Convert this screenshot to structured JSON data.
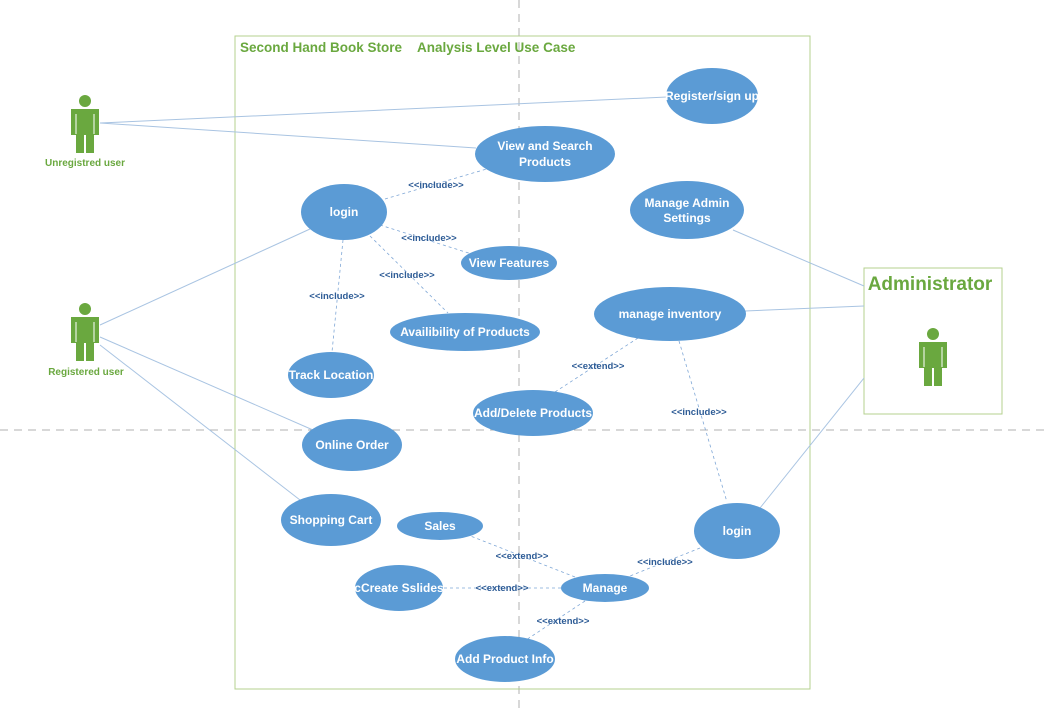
{
  "diagram": {
    "title_left": "Second Hand Book Store",
    "title_right": "Analysis Level Use Case"
  },
  "colors": {
    "usecase_fill": "#5b9bd5",
    "boundary": "#b5d18f",
    "actor": "#6aa83f",
    "association_line": "#a9c4e2",
    "dependency_line": "#7fa7d6",
    "guide_line": "#b0b0b0"
  },
  "actors": [
    {
      "id": "unregistered",
      "label": "Unregistred  user"
    },
    {
      "id": "registered",
      "label": "Registered user"
    },
    {
      "id": "administrator",
      "label": "Administrator"
    }
  ],
  "usecases": [
    {
      "id": "register",
      "label": "Register/sign up"
    },
    {
      "id": "view_search",
      "label": "View and Search",
      "label2": "Products"
    },
    {
      "id": "login_user",
      "label": "login"
    },
    {
      "id": "manage_admin",
      "label": "Manage Admin",
      "label2": "Settings"
    },
    {
      "id": "view_features",
      "label": "View Features"
    },
    {
      "id": "manage_inventory",
      "label": "manage inventory"
    },
    {
      "id": "availability",
      "label": "Availibility of Products"
    },
    {
      "id": "track_location",
      "label": "Track Location"
    },
    {
      "id": "add_delete",
      "label": "Add/Delete Products"
    },
    {
      "id": "online_order",
      "label": "Online Order"
    },
    {
      "id": "shopping_cart",
      "label": "Shopping Cart"
    },
    {
      "id": "sales",
      "label": "Sales"
    },
    {
      "id": "login_admin",
      "label": "login"
    },
    {
      "id": "create_slides",
      "label": "cCreate Sslides"
    },
    {
      "id": "manage",
      "label": "Manage"
    },
    {
      "id": "add_product_info",
      "label": "Add Product Info"
    }
  ],
  "relations": [
    {
      "id": "login-view",
      "label": "<<include>>"
    },
    {
      "id": "login-features",
      "label": "<<include>>"
    },
    {
      "id": "login-avail",
      "label": "<<include>>"
    },
    {
      "id": "login-track",
      "label": "<<include>>"
    },
    {
      "id": "inv-add",
      "label": "<<extend>>"
    },
    {
      "id": "inv-login",
      "label": "<<include>>"
    },
    {
      "id": "login-manage",
      "label": "<<include>>"
    },
    {
      "id": "manage-sales",
      "label": "<<extend>>"
    },
    {
      "id": "manage-slides",
      "label": "<<extend>>"
    },
    {
      "id": "manage-info",
      "label": "<<extend>>"
    }
  ]
}
